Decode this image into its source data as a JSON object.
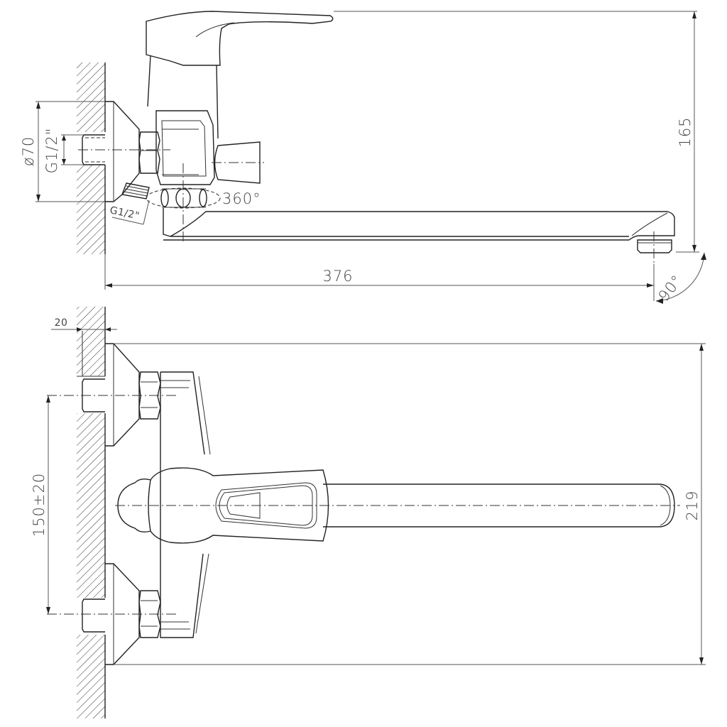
{
  "drawing": {
    "title": "Wall-mounted single-lever bath mixer with long swivel spout",
    "views": [
      "side-view",
      "top-view"
    ]
  },
  "side_view": {
    "dimensions": {
      "height": "165",
      "length": "376",
      "flange_diameter": "ø70",
      "inlet_thread": "G1/2\"",
      "outlet_thread": "G1/2\"",
      "spout_rotation": "360°",
      "aerator_angle": "90°"
    }
  },
  "top_view": {
    "dimensions": {
      "wall_depth": "20",
      "inlet_spacing": "150±20",
      "overall_width": "219"
    }
  },
  "colors": {
    "line": "#222222",
    "dimension": "#555555",
    "text": "#444444",
    "background": "#ffffff"
  }
}
